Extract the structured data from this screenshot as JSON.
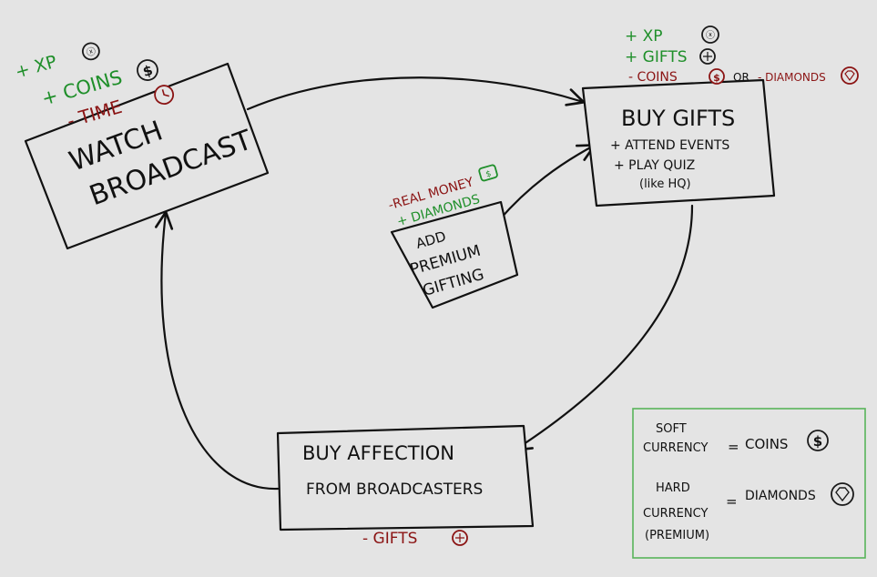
{
  "nodes": {
    "watch": {
      "line1": "WATCH",
      "line2": "BROADCAST",
      "effects": [
        {
          "text": "+ XP",
          "color": "#1f8f2a",
          "icon": "xp-badge"
        },
        {
          "text": "+ COINS",
          "color": "#1f8f2a",
          "icon": "coin-dollar"
        },
        {
          "text": "- TIME",
          "color": "#8b1414",
          "icon": "clock"
        }
      ]
    },
    "buy_gifts": {
      "line1": "BUY GIFTS",
      "line2": "+ ATTEND EVENTS",
      "line3": "+ PLAY QUIZ",
      "line4": "(like HQ)",
      "effects": [
        {
          "text": "+ XP",
          "color": "#1f8f2a",
          "icon": "xp-badge"
        },
        {
          "text": "+ GIFTS",
          "color": "#1f8f2a",
          "icon": "gift"
        },
        {
          "text": "- COINS",
          "color": "#8b1414",
          "icon": "coin-dollar"
        },
        {
          "text": "OR",
          "color": "#111111",
          "icon": ""
        },
        {
          "text": "- DIAMONDS",
          "color": "#8b1414",
          "icon": "diamond"
        }
      ]
    },
    "premium": {
      "line1": "ADD",
      "line2": "PREMIUM",
      "line3": "GIFTING",
      "effects": [
        {
          "text": "-REAL MONEY",
          "color": "#8b1414",
          "icon": "money"
        },
        {
          "text": "+ DIAMONDS",
          "color": "#1f8f2a",
          "icon": ""
        }
      ]
    },
    "affection": {
      "line1": "BUY AFFECTION",
      "line2": "FROM BROADCASTERS",
      "effects": [
        {
          "text": "- GIFTS",
          "color": "#8b1414",
          "icon": "gift"
        }
      ]
    }
  },
  "legend": {
    "soft_line1": "SOFT",
    "soft_line2": "CURRENCY",
    "soft_eq": "=",
    "soft_value": "COINS",
    "hard_line1": "HARD",
    "hard_line2": "CURRENCY",
    "hard_line3": "(PREMIUM)",
    "hard_eq": "=",
    "hard_value": "DIAMONDS",
    "border_color": "#58b45a"
  }
}
